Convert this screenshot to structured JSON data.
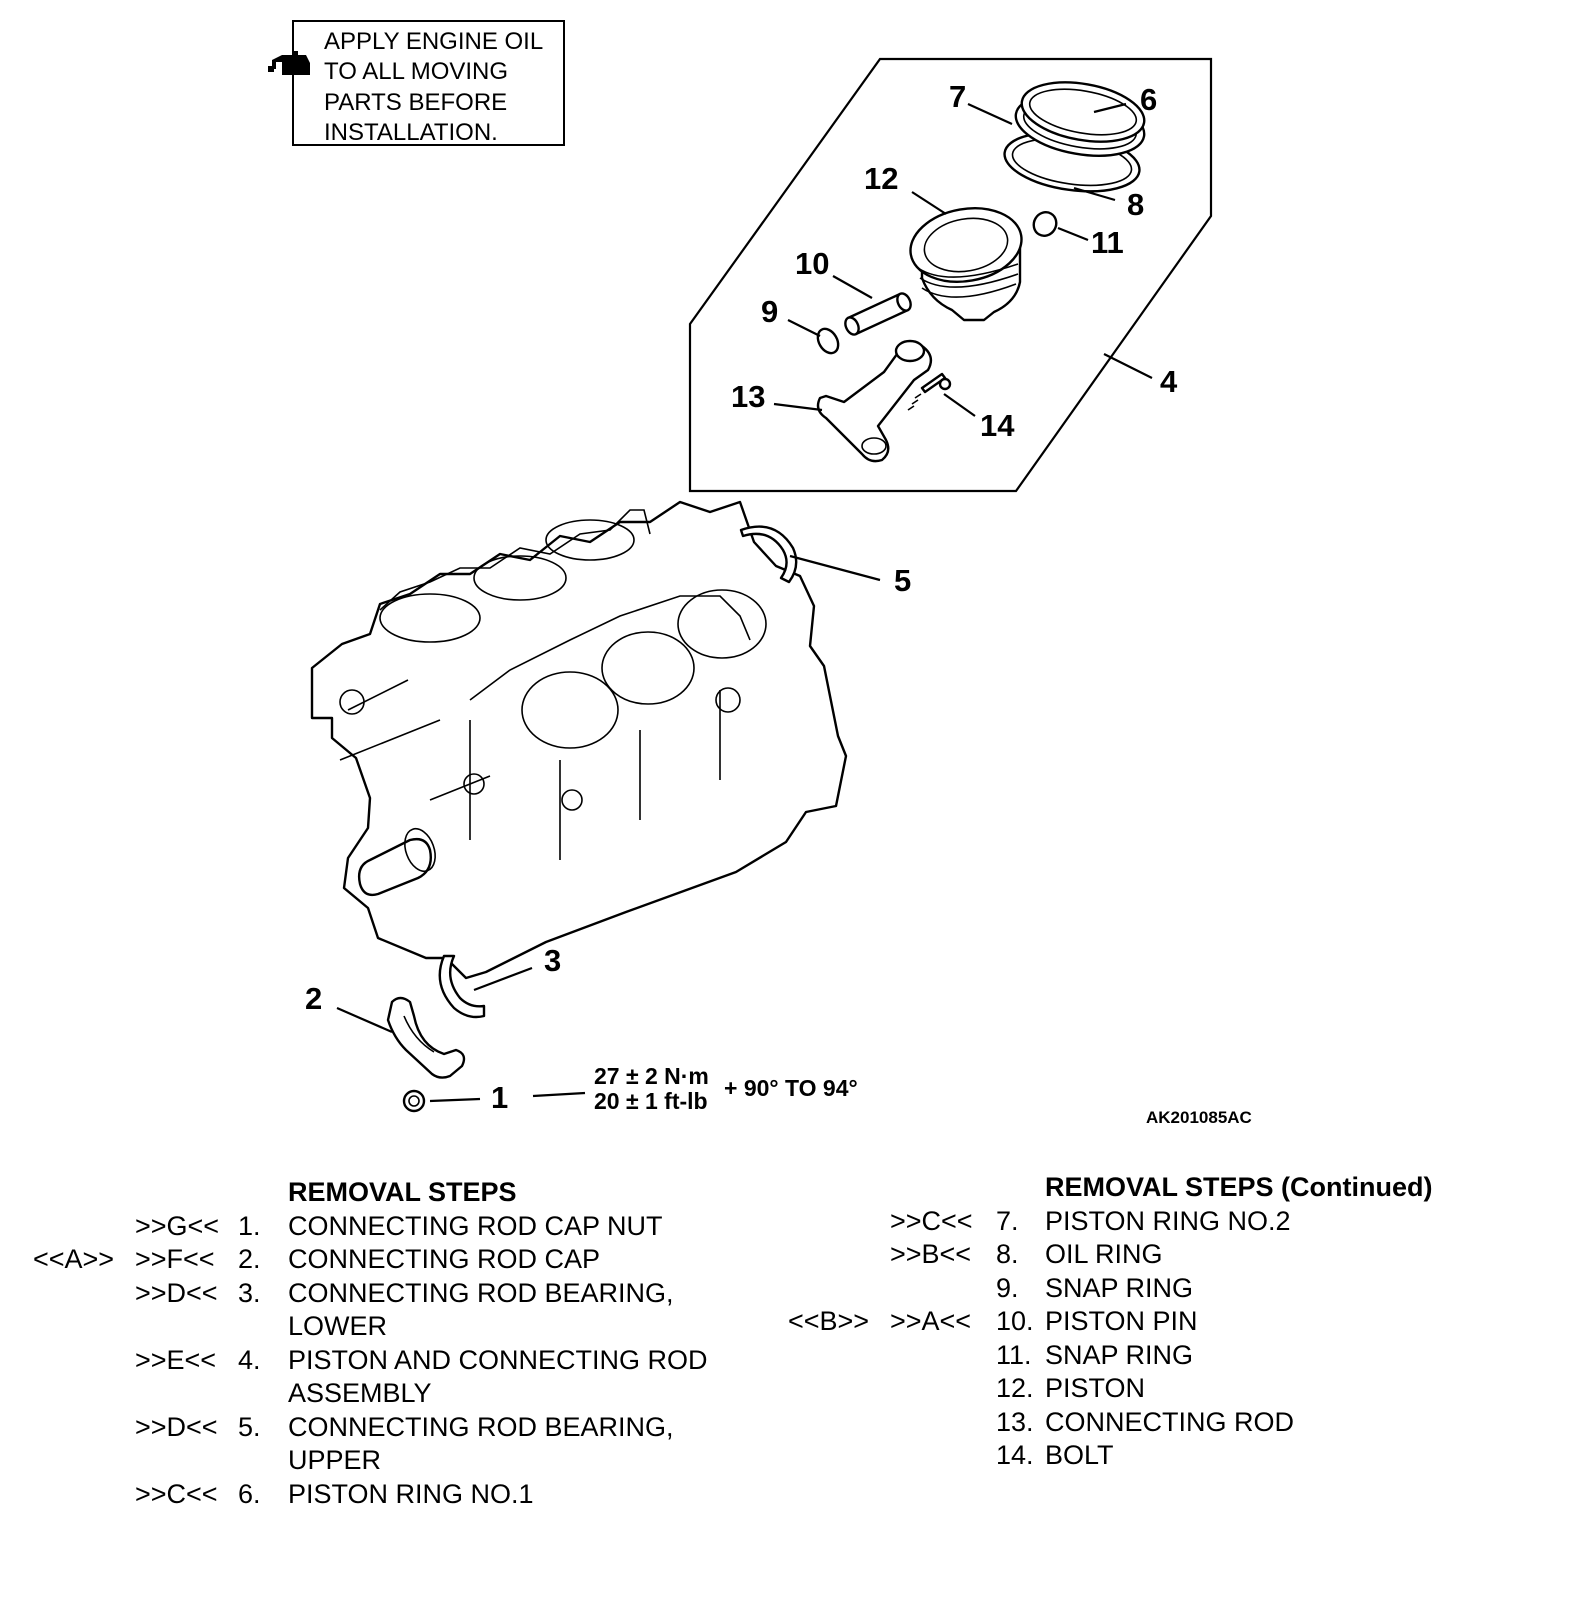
{
  "note_box": {
    "lines": [
      "APPLY ENGINE OIL",
      "TO ALL MOVING",
      "PARTS BEFORE",
      "INSTALLATION."
    ],
    "icon": "oil-can-icon"
  },
  "callouts": {
    "c1": "1",
    "c2": "2",
    "c3": "3",
    "c4": "4",
    "c5": "5",
    "c6": "6",
    "c7": "7",
    "c8": "8",
    "c9": "9",
    "c10": "10",
    "c11": "11",
    "c12": "12",
    "c13": "13",
    "c14": "14"
  },
  "torque": {
    "metric": "27 ± 2 N·m",
    "imperial": "20 ± 1 ft-lb",
    "angle": "+ 90° TO 94°"
  },
  "figure_id": "AK201085AC",
  "removal_steps": {
    "left_header": "REMOVAL STEPS",
    "right_header": "REMOVAL STEPS (Continued)",
    "left": [
      {
        "pre": "",
        "mark": ">>G<<",
        "num": "1.",
        "text": "CONNECTING ROD CAP NUT",
        "text2": ""
      },
      {
        "pre": "<<A>>",
        "mark": ">>F<<",
        "num": "2.",
        "text": "CONNECTING ROD CAP",
        "text2": ""
      },
      {
        "pre": "",
        "mark": ">>D<<",
        "num": "3.",
        "text": "CONNECTING ROD BEARING,",
        "text2": "LOWER"
      },
      {
        "pre": "",
        "mark": ">>E<<",
        "num": "4.",
        "text": "PISTON AND CONNECTING ROD",
        "text2": "ASSEMBLY"
      },
      {
        "pre": "",
        "mark": ">>D<<",
        "num": "5.",
        "text": "CONNECTING ROD BEARING,",
        "text2": "UPPER"
      },
      {
        "pre": "",
        "mark": ">>C<<",
        "num": "6.",
        "text": "PISTON RING NO.1",
        "text2": ""
      }
    ],
    "right": [
      {
        "pre": "",
        "mark": ">>C<<",
        "num": "7.",
        "text": "PISTON RING NO.2"
      },
      {
        "pre": "",
        "mark": ">>B<<",
        "num": "8.",
        "text": "OIL RING"
      },
      {
        "pre": "",
        "mark": "",
        "num": "9.",
        "text": "SNAP RING"
      },
      {
        "pre": "<<B>>",
        "mark": ">>A<<",
        "num": "10.",
        "text": "PISTON PIN"
      },
      {
        "pre": "",
        "mark": "",
        "num": "11.",
        "text": "SNAP RING"
      },
      {
        "pre": "",
        "mark": "",
        "num": "12.",
        "text": "PISTON"
      },
      {
        "pre": "",
        "mark": "",
        "num": "13.",
        "text": "CONNECTING ROD"
      },
      {
        "pre": "",
        "mark": "",
        "num": "14.",
        "text": "BOLT"
      }
    ]
  }
}
